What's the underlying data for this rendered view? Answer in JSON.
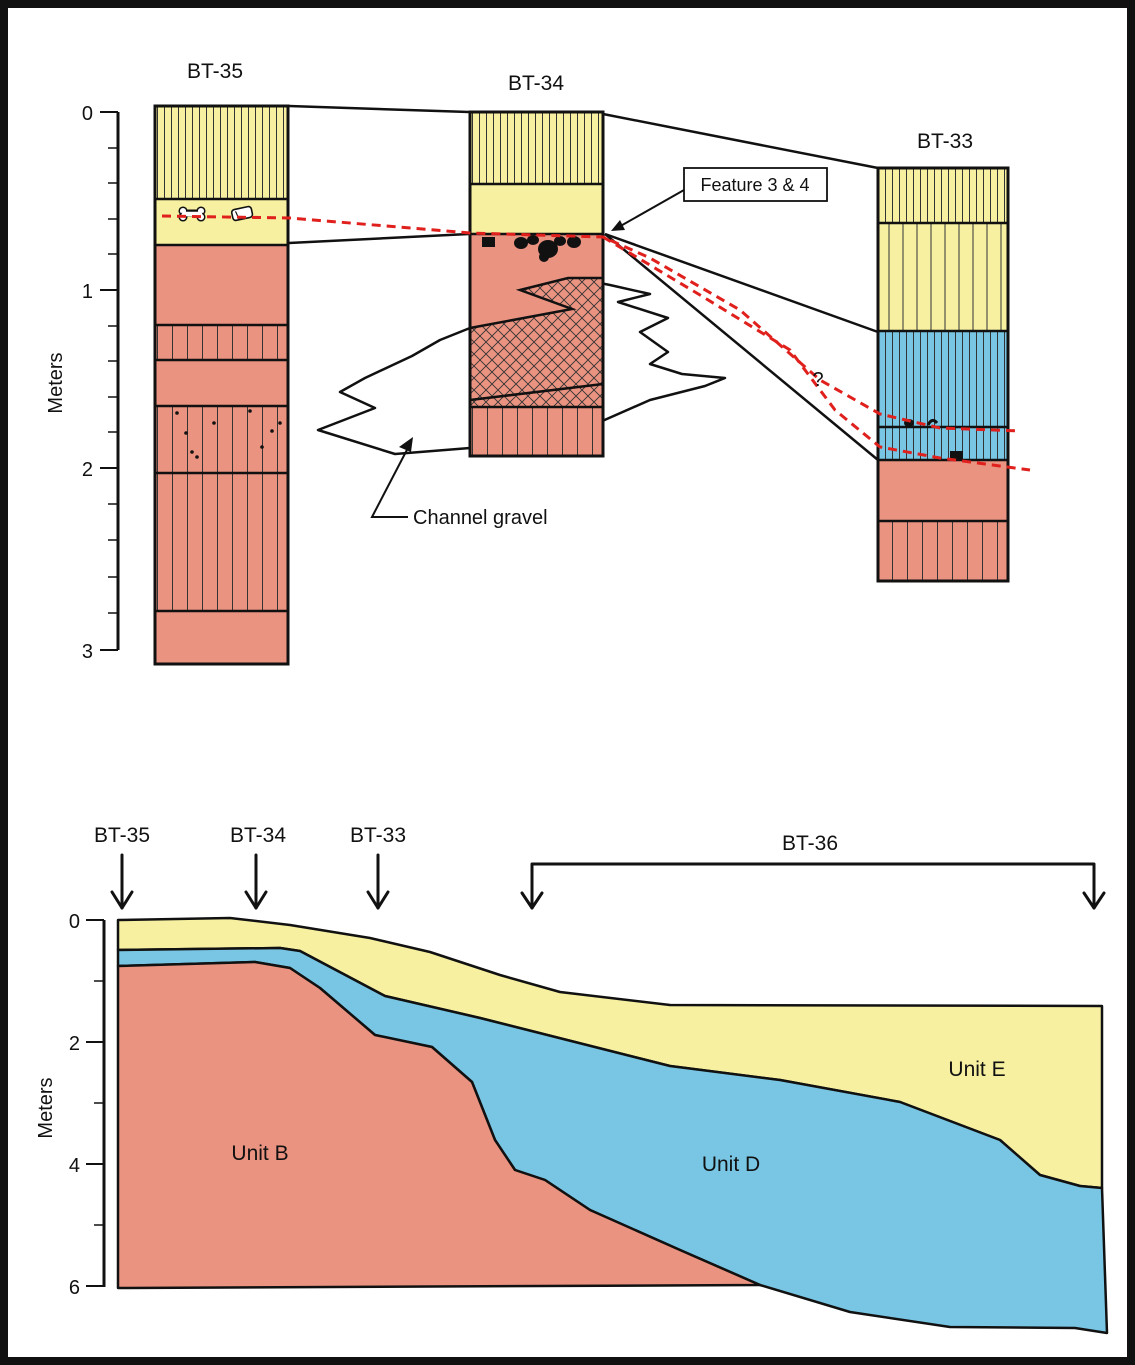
{
  "top_panel": {
    "axis": {
      "label": "Meters",
      "ticks": [
        "0",
        "1",
        "2",
        "3"
      ]
    },
    "columns": [
      {
        "id": "bt35",
        "label": "BT-35"
      },
      {
        "id": "bt34",
        "label": "BT-34"
      },
      {
        "id": "bt33",
        "label": "BT-33"
      }
    ],
    "annotations": {
      "feature": "Feature 3 & 4",
      "channel": "Channel gravel",
      "question": "?"
    }
  },
  "bottom_panel": {
    "axis": {
      "label": "Meters",
      "ticks": [
        "0",
        "2",
        "4",
        "6"
      ]
    },
    "markers": [
      {
        "label": "BT-35"
      },
      {
        "label": "BT-34"
      },
      {
        "label": "BT-33"
      },
      {
        "label": "BT-36"
      }
    ],
    "units": [
      {
        "id": "unit_b",
        "label": "Unit B"
      },
      {
        "id": "unit_d",
        "label": "Unit D"
      },
      {
        "id": "unit_e",
        "label": "Unit E"
      }
    ]
  },
  "colors": {
    "unit_e_yellow": "#f6f0a0",
    "unit_d_blue": "#78c6e4",
    "unit_b_salmon": "#ea9381",
    "contact_red": "#e0201c",
    "outline": "#111111"
  }
}
